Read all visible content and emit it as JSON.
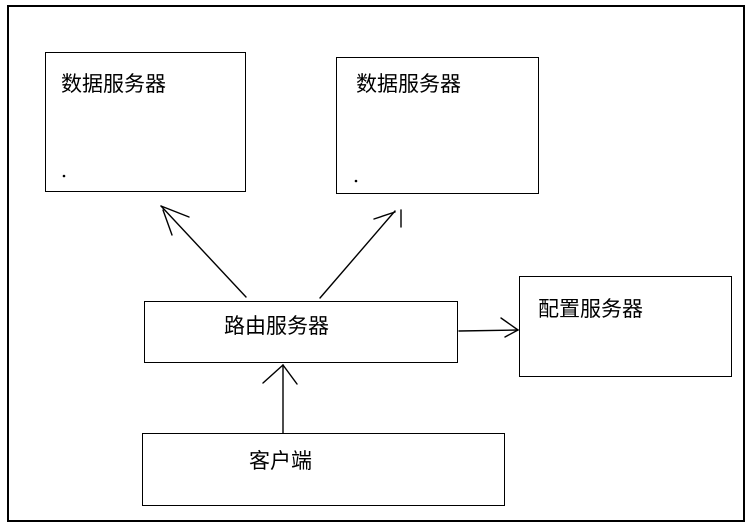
{
  "diagram": {
    "background_color": "#ffffff",
    "line_color": "#000000",
    "nodes": {
      "data_server_1": {
        "label": "数据服务器"
      },
      "data_server_2": {
        "label": "数据服务器"
      },
      "router_server": {
        "label": "路由服务器"
      },
      "config_server": {
        "label": "配置服务器"
      },
      "client": {
        "label": "客户端"
      }
    },
    "edges": [
      {
        "from": "router_server",
        "to": "data_server_1",
        "style": "arrow"
      },
      {
        "from": "router_server",
        "to": "data_server_2",
        "style": "arrow"
      },
      {
        "from": "router_server",
        "to": "config_server",
        "style": "arrow"
      },
      {
        "from": "client",
        "to": "router_server",
        "style": "arrow"
      }
    ]
  }
}
